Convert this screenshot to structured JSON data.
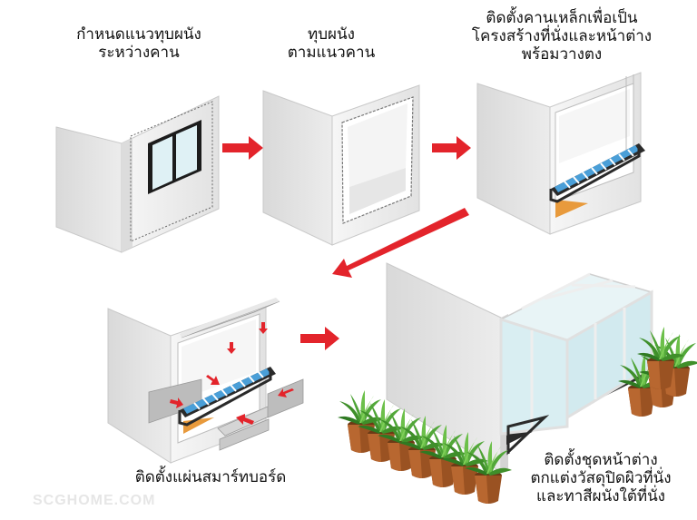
{
  "steps": [
    {
      "lines": [
        "กำหนดแนวทุบผนัง",
        "ระหว่างคาน"
      ]
    },
    {
      "lines": [
        "ทุบผนัง",
        "ตามแนวคาน"
      ]
    },
    {
      "lines": [
        "ติดตั้งคานเหล็กเพื่อเป็น",
        "โครงสร้างที่นั่งและหน้าต่าง",
        "พร้อมวางตง"
      ]
    },
    {
      "lines": [
        "ติดตั้งแผ่นสมาร์ทบอร์ด"
      ]
    },
    {
      "lines": [
        "ติดตั้งชุดหน้าต่าง",
        "ตกแต่งวัสดุปิดผิวที่นั่ง",
        "และทาสีผนังใต้ที่นั่ง"
      ]
    }
  ],
  "watermark": "SCGHOME.COM",
  "colors": {
    "arrow": "#e3242b",
    "steel": "#2a2a2a",
    "joist": "#4a9fd8",
    "wood": "#e89a3c",
    "glass": "#d9eef2",
    "wall": "#ececec"
  }
}
